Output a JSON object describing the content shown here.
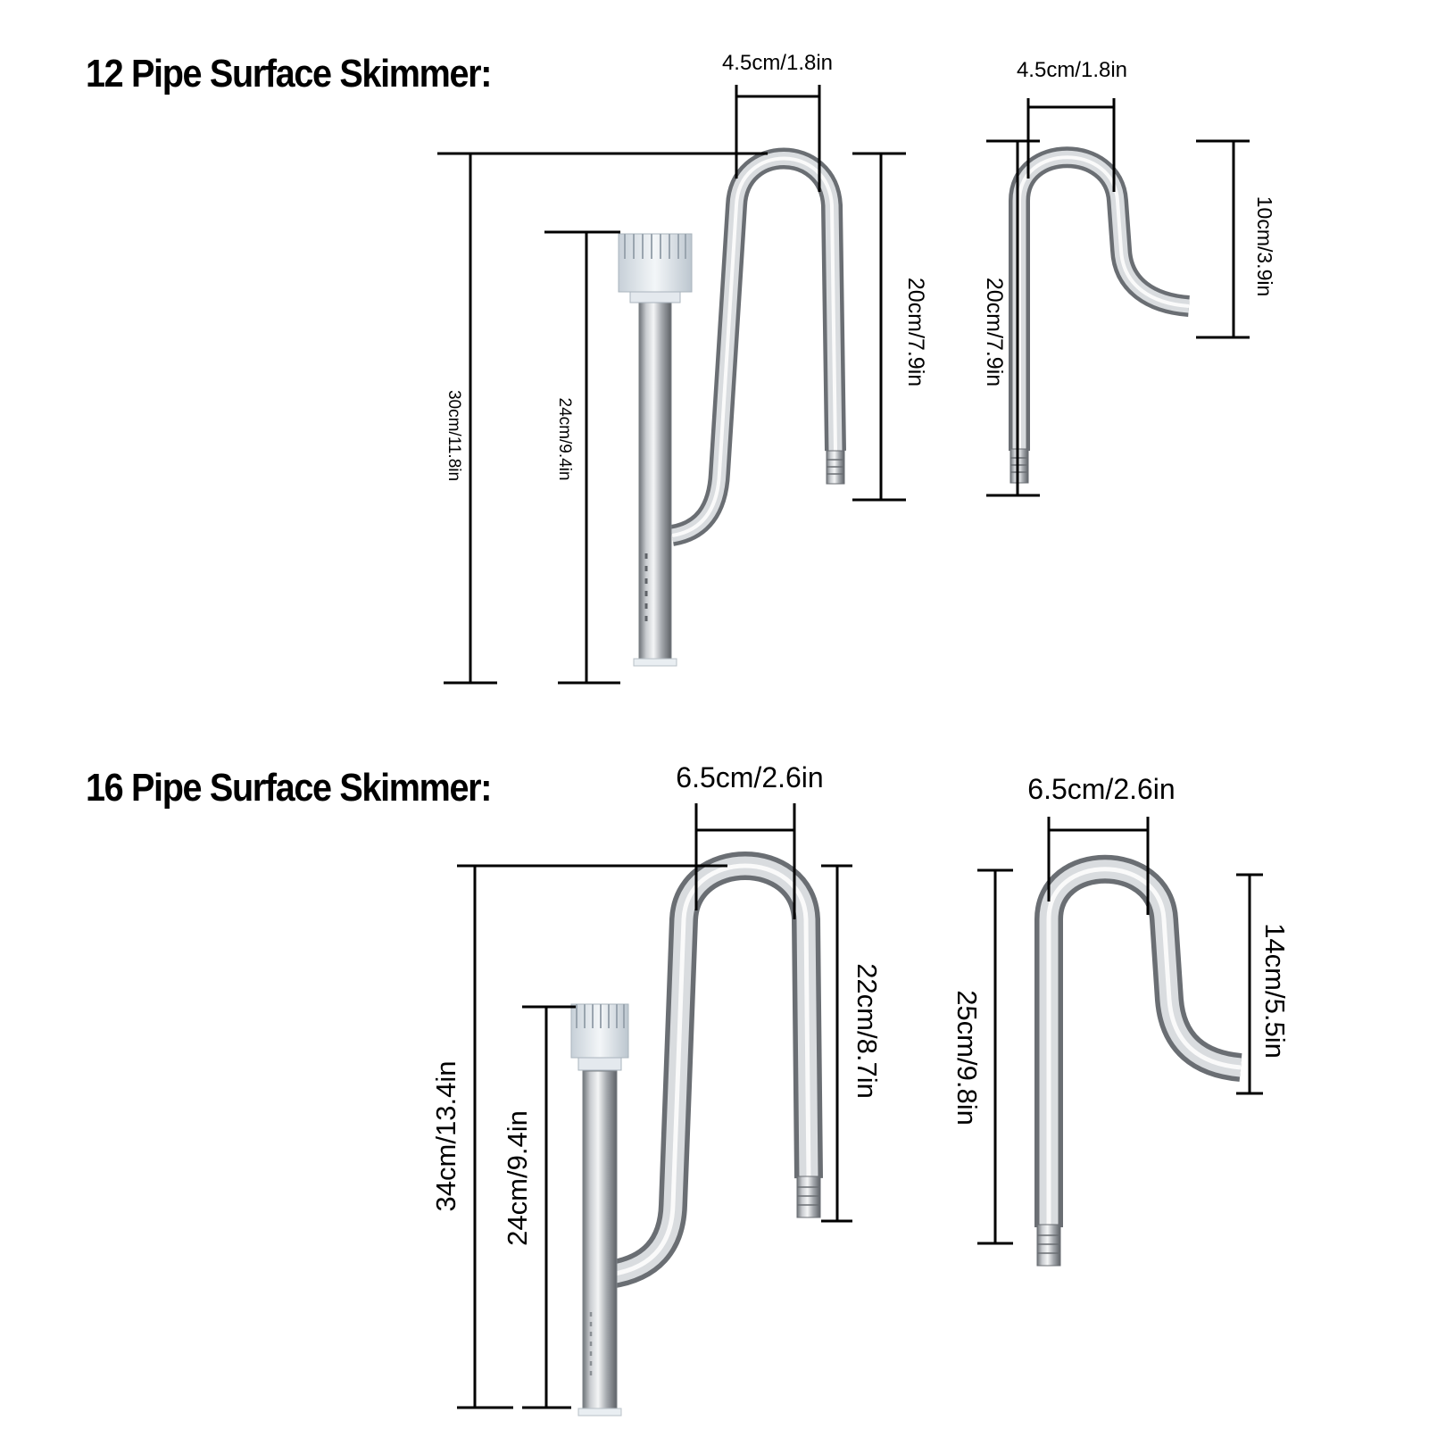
{
  "sections": [
    {
      "heading": "12 Pipe Surface Skimmer:",
      "inflow": {
        "width": "4.5cm/1.8in",
        "total_height": "30cm/11.8in",
        "intake_height": "24cm/9.4in",
        "outlet_leg": "20cm/7.9in"
      },
      "outflow": {
        "width": "4.5cm/1.8in",
        "height": "20cm/7.9in",
        "drop": "10cm/3.9in"
      }
    },
    {
      "heading": "16 Pipe Surface Skimmer:",
      "inflow": {
        "width": "6.5cm/2.6in",
        "total_height": "34cm/13.4in",
        "intake_height": "24cm/9.4in",
        "outlet_leg": "22cm/8.7in"
      },
      "outflow": {
        "width": "6.5cm/2.6in",
        "height": "25cm/9.8in",
        "drop": "14cm/5.5in"
      }
    }
  ],
  "colors": {
    "pipe_dark": "#6e7378",
    "pipe_light": "#f4f5f6",
    "strainer": "#dfe6ec",
    "dimension_line": "#000000"
  }
}
